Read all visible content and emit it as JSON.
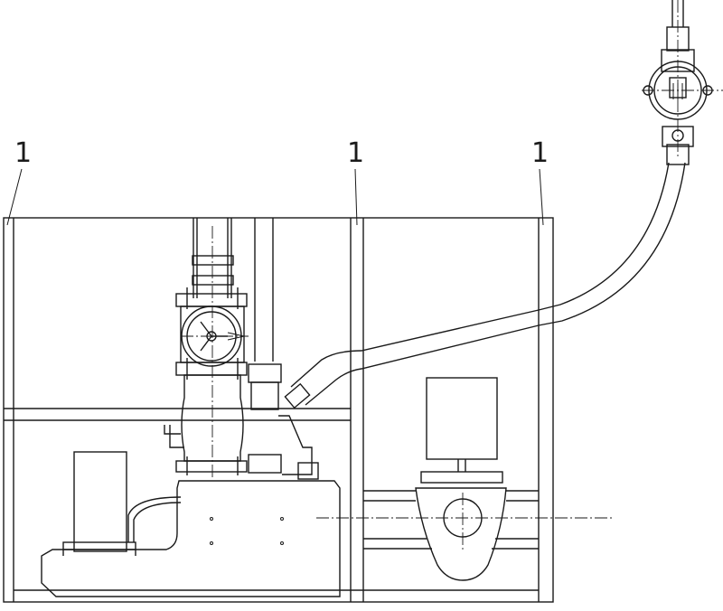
{
  "callouts": [
    {
      "id": "left",
      "label": "1"
    },
    {
      "id": "middle",
      "label": "1"
    },
    {
      "id": "right",
      "label": "1"
    }
  ],
  "colors": {
    "line": "#1a1a1a",
    "background": "#ffffff"
  }
}
